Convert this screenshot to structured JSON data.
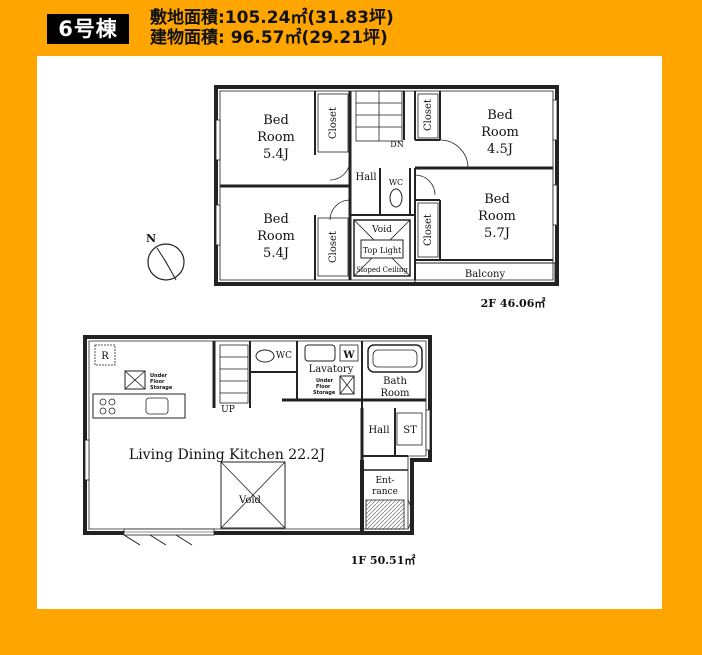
{
  "building_badge": "6号棟",
  "site_area": "敷地面積:105.24㎡(31.83坪)",
  "floor_area": "建物面積: 96.57㎡(29.21坪)",
  "floor2": {
    "area_label": "2F 46.06㎡",
    "rooms": {
      "bed_nw": [
        "Bed",
        "Room",
        "5.4J"
      ],
      "bed_sw": [
        "Bed",
        "Room",
        "5.4J"
      ],
      "bed_ne": [
        "Bed",
        "Room",
        "4.5J"
      ],
      "bed_se": [
        "Bed",
        "Room",
        "5.7J"
      ],
      "closet": "Closet",
      "hall": "Hall",
      "wc": "WC",
      "dn": "DN",
      "void": "Void",
      "top_light": "Top Light",
      "sloped_ceiling": "Sloped Ceiling",
      "balcony": "Balcony"
    },
    "compass": "N"
  },
  "floor1": {
    "area_label": "1F 50.51㎡",
    "ldk": "Living Dining Kitchen 22.2J",
    "void": "Void",
    "up": "UP",
    "wc": "WC",
    "lavatory": "Lavatory",
    "w": "W",
    "bath": [
      "Bath",
      "Room"
    ],
    "hall": "Hall",
    "st": "ST",
    "entrance": [
      "Ent-",
      "rance"
    ],
    "r": "R",
    "storage": [
      "Under",
      "Floor",
      "Storage"
    ]
  }
}
